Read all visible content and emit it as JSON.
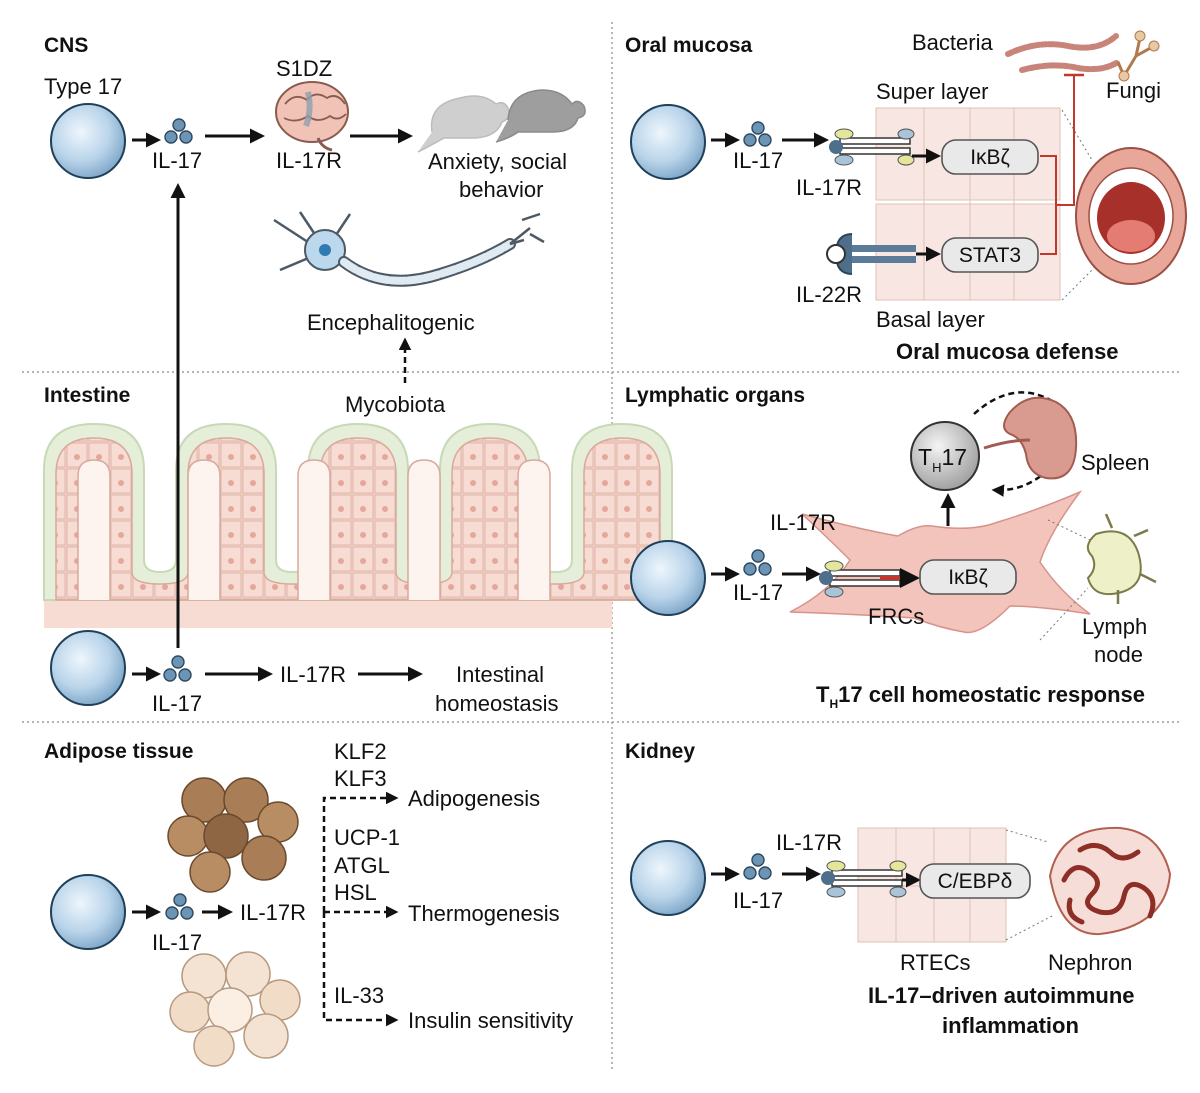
{
  "panels": {
    "cns": {
      "title": "CNS",
      "cell_label": "Type 17",
      "cytokine": "IL-17",
      "brain_label": "S1DZ",
      "receptor": "IL-17R",
      "outcome_line1": "Anxiety, social",
      "outcome_line2": "behavior",
      "neuron_label": "Encephalitogenic"
    },
    "oral": {
      "title": "Oral mucosa",
      "bacteria": "Bacteria",
      "fungi": "Fungi",
      "super_layer": "Super layer",
      "basal_layer": "Basal layer",
      "cytokine": "IL-17",
      "receptor17": "IL-17R",
      "receptor22": "IL-22R",
      "factor1": "IκBζ",
      "factor2": "STAT3",
      "outcome": "Oral mucosa defense"
    },
    "intestine": {
      "title": "Intestine",
      "mycobiota": "Mycobiota",
      "cytokine": "IL-17",
      "receptor": "IL-17R",
      "outcome_line1": "Intestinal",
      "outcome_line2": "homeostasis"
    },
    "lymphatic": {
      "title": "Lymphatic organs",
      "th17_main": "T",
      "th17_sub": "H",
      "th17_num": "17",
      "spleen": "Spleen",
      "receptor": "IL-17R",
      "cytokine": "IL-17",
      "factor": "IκBζ",
      "frcs": "FRCs",
      "lymph_line1": "Lymph",
      "lymph_line2": "node",
      "outcome_main": "T",
      "outcome_sub": "H",
      "outcome_rest": "17 cell homeostatic response"
    },
    "adipose": {
      "title": "Adipose tissue",
      "cytokine": "IL-17",
      "receptor": "IL-17R",
      "genes1": [
        "KLF2",
        "KLF3"
      ],
      "outcome1": "Adipogenesis",
      "genes2": [
        "UCP-1",
        "ATGL",
        "HSL"
      ],
      "outcome2": "Thermogenesis",
      "genes3": [
        "IL-33"
      ],
      "outcome3": "Insulin sensitivity"
    },
    "kidney": {
      "title": "Kidney",
      "receptor": "IL-17R",
      "cytokine": "IL-17",
      "factor": "C/EBPδ",
      "rtecs": "RTECs",
      "nephron": "Nephron",
      "outcome_line1": "IL-17–driven autoimmune",
      "outcome_line2": "inflammation"
    }
  },
  "colors": {
    "cell_fill": "#b9d4ea",
    "cell_stroke": "#1f3f5a",
    "epithelium": "#f3d2c8",
    "mucus": "#e4eed9",
    "adipocyte_brown": "#a97d55",
    "adipocyte_white": "#f4e3d2",
    "spleen": "#c97c72",
    "fibroblast": "#f2c4bb"
  },
  "icons": [
    "immune-cell",
    "cytokine-dots",
    "brain",
    "mouse",
    "neuron",
    "bacteria",
    "fungi",
    "mouth",
    "receptor",
    "spleen",
    "lymph-node",
    "fibroblast",
    "nephron",
    "adipocyte-cluster"
  ]
}
